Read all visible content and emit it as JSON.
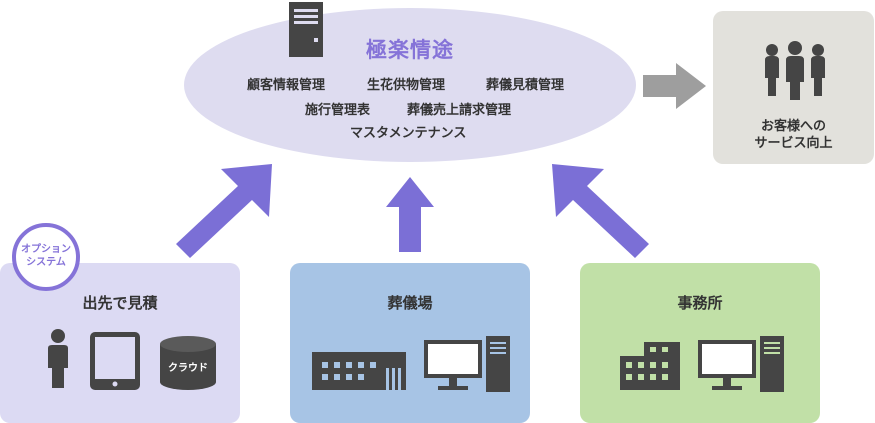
{
  "system": {
    "title": "極楽情途",
    "features": {
      "row1": [
        "顧客情報管理",
        "生花供物管理",
        "葬儀見積管理"
      ],
      "row2": [
        "施行管理表",
        "葬儀売上請求管理"
      ],
      "row3": [
        "マスタメンテナンス"
      ]
    }
  },
  "service": {
    "line1": "お客様への",
    "line2": "サービス向上"
  },
  "boxes": {
    "mobile": {
      "label": "出先で見積",
      "badge_line1": "オプション",
      "badge_line2": "システム",
      "cloud_label": "クラウド"
    },
    "hall": {
      "label": "葬儀場"
    },
    "office": {
      "label": "事務所"
    }
  },
  "colors": {
    "accent": "#8573d8",
    "arrow": "#7b6fd6",
    "icon": "#454545",
    "ellipse": "#dedcf0",
    "mobile_bg": "#dcdaf3",
    "hall_bg": "#a7c4e5",
    "office_bg": "#c1e0a7",
    "service_bg": "#e2e1dc",
    "gray_arrow": "#9e9e9e"
  }
}
